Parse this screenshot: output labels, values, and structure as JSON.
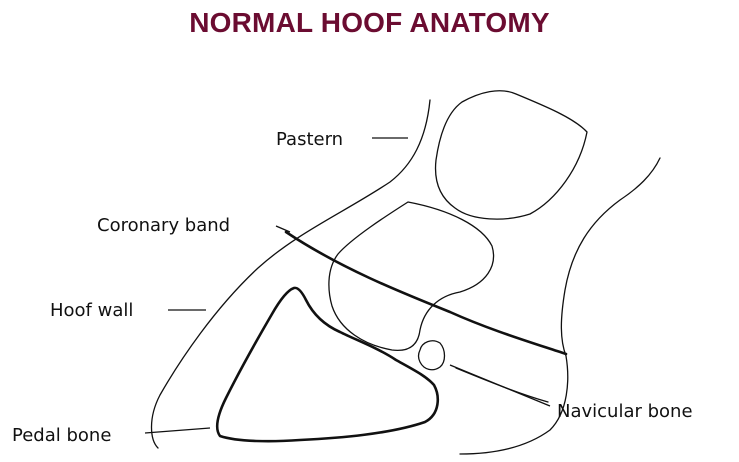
{
  "title": "NORMAL HOOF ANATOMY",
  "colors": {
    "title": "#6b0c31",
    "line": "#111111",
    "background": "#ffffff"
  },
  "labels": {
    "pastern": "Pastern",
    "coronary_band": "Coronary band",
    "hoof_wall": "Hoof wall",
    "pedal_bone": "Pedal bone",
    "navicular_bone": "Navicular bone"
  }
}
